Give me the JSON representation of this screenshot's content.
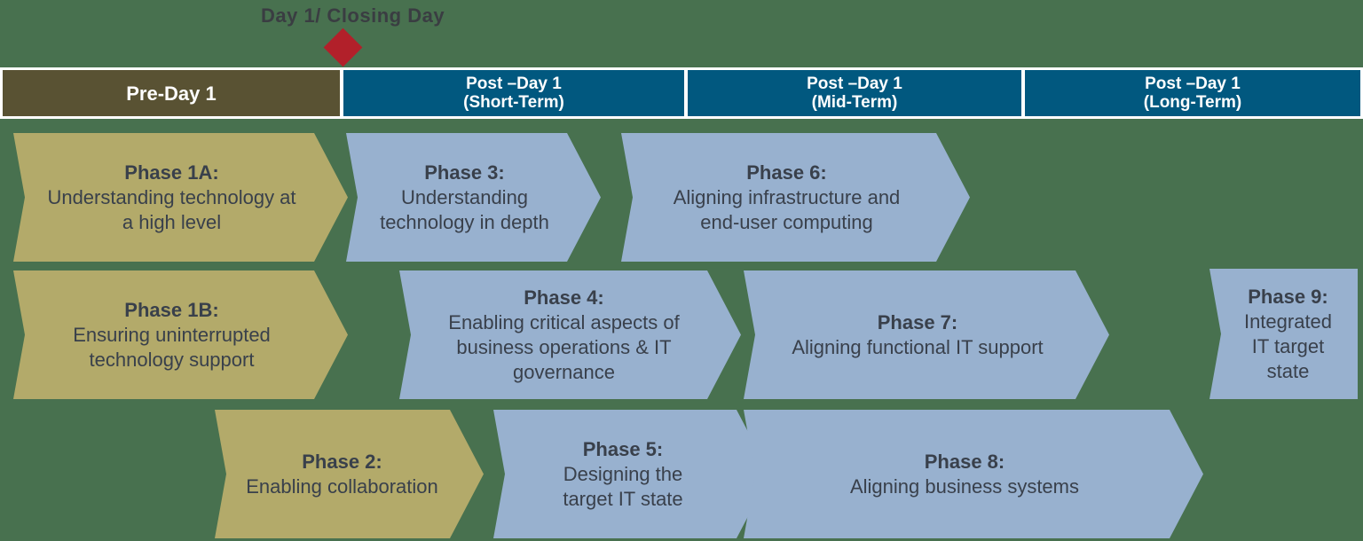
{
  "title": {
    "label": "Day 1/ Closing Day"
  },
  "marker": {
    "name": "day1-diamond",
    "color": "#b2202a"
  },
  "colors": {
    "background_green": "#48714f",
    "header_olive": "#595233",
    "header_blue": "#01587f",
    "phase_olive": "#b3aa6a",
    "phase_blue": "#98b1cf",
    "phase_text": "#39404b",
    "header_text": "#ffffff",
    "title_text": "#3a3d42"
  },
  "header": {
    "segments": [
      {
        "line1": "Pre-Day 1",
        "line2": ""
      },
      {
        "line1": "Post –Day 1",
        "line2": "(Short-Term)"
      },
      {
        "line1": "Post –Day 1",
        "line2": "(Mid-Term)"
      },
      {
        "line1": "Post –Day 1",
        "line2": "(Long-Term)"
      }
    ]
  },
  "phases": {
    "p1a": {
      "title": "Phase 1A:",
      "desc": "Understanding technology at\na high level"
    },
    "p3": {
      "title": "Phase 3:",
      "desc": "Understanding\ntechnology in depth"
    },
    "p6": {
      "title": "Phase 6:",
      "desc": "Aligning infrastructure and\nend-user computing"
    },
    "p1b": {
      "title": "Phase 1B:",
      "desc": "Ensuring uninterrupted\ntechnology support"
    },
    "p4": {
      "title": "Phase 4:",
      "desc": "Enabling critical aspects of\nbusiness operations & IT\ngovernance"
    },
    "p7": {
      "title": "Phase 7:",
      "desc": "Aligning functional IT support"
    },
    "p9": {
      "title": "Phase 9:",
      "desc": "Integrated\nIT target\nstate"
    },
    "p2": {
      "title": "Phase 2:",
      "desc": "Enabling collaboration"
    },
    "p5": {
      "title": "Phase 5:",
      "desc": "Designing the\ntarget IT state"
    },
    "p8": {
      "title": "Phase 8:",
      "desc": "Aligning business systems"
    }
  }
}
